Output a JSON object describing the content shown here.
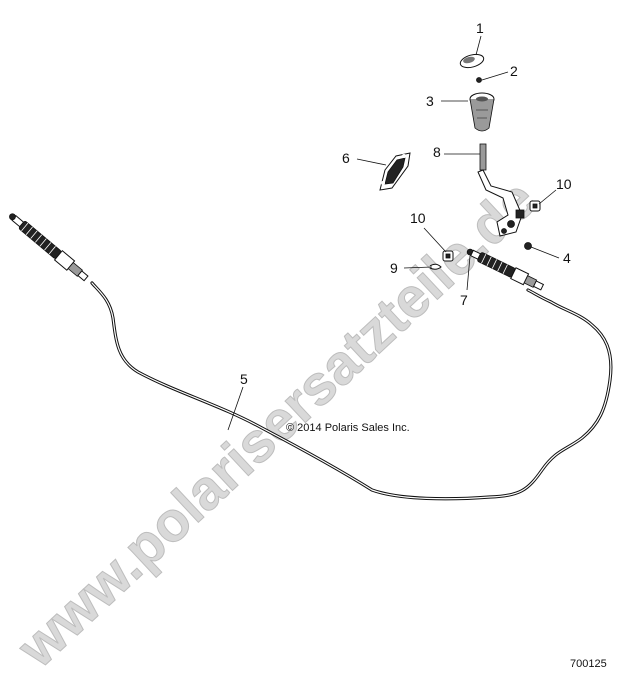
{
  "diagram": {
    "copyright": "© 2014 Polaris Sales Inc.",
    "figure_number": "700125",
    "watermark": "www.polarisersatzteile.de",
    "callouts": [
      {
        "id": "c1",
        "label": "1"
      },
      {
        "id": "c2",
        "label": "2"
      },
      {
        "id": "c3",
        "label": "3"
      },
      {
        "id": "c4",
        "label": "4"
      },
      {
        "id": "c5",
        "label": "5"
      },
      {
        "id": "c6",
        "label": "6"
      },
      {
        "id": "c7",
        "label": "7"
      },
      {
        "id": "c8",
        "label": "8"
      },
      {
        "id": "c9",
        "label": "9"
      },
      {
        "id": "c10a",
        "label": "10"
      },
      {
        "id": "c10b",
        "label": "10"
      }
    ]
  }
}
